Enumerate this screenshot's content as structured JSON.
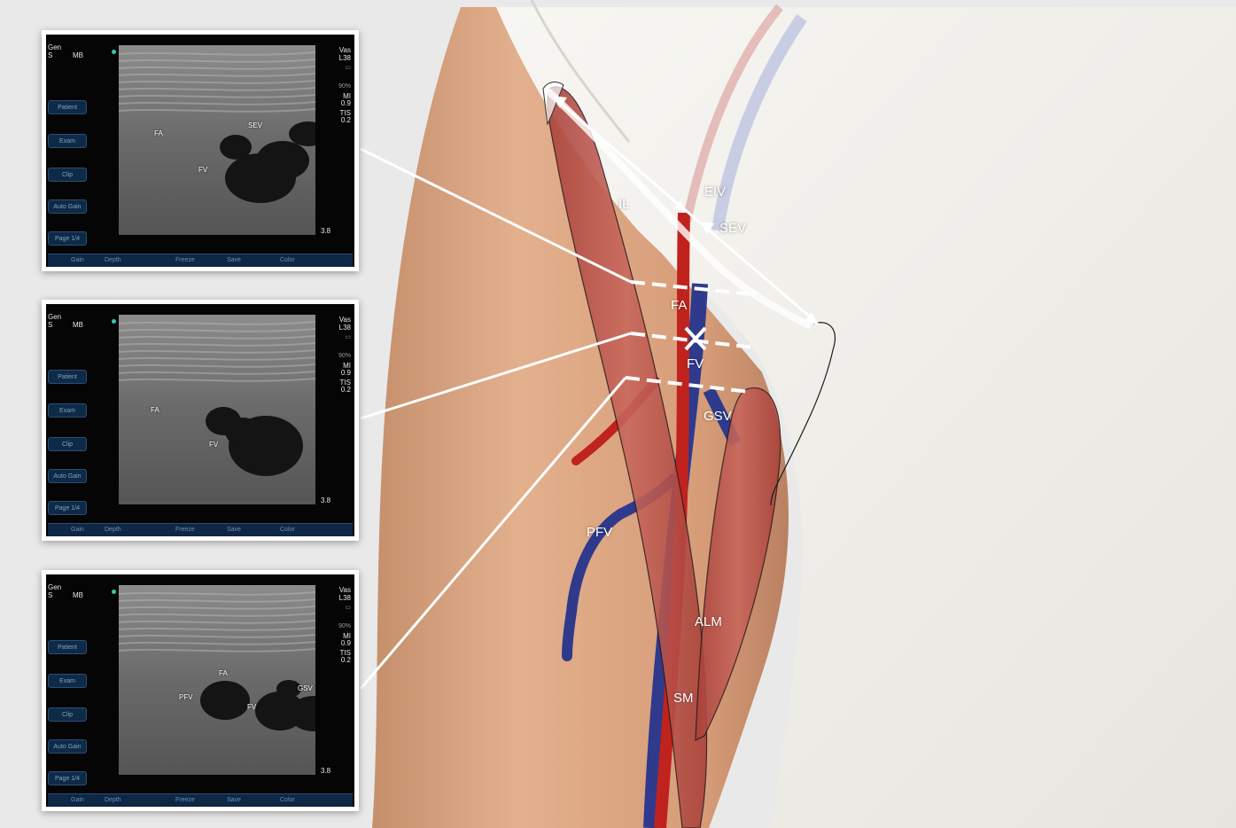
{
  "panels": [
    {
      "header": {
        "gen": "Gen",
        "s": "S",
        "mb": "MB",
        "vas": "Vas",
        "probe": "L38",
        "pct": "90%",
        "mi_label": "MI",
        "mi": "0.9",
        "tis_label": "TIS",
        "tis": "0.2"
      },
      "buttons": [
        "Patient",
        "Exam",
        "Clip",
        "Auto Gain",
        "Page 1/4"
      ],
      "bottom": [
        "Gain",
        "Depth",
        "Freeze",
        "Save",
        "Color"
      ],
      "depth": "3.8",
      "labels": {
        "fa": "FA",
        "fv": "FV",
        "sev": "SEV"
      }
    },
    {
      "header": {
        "gen": "Gen",
        "s": "S",
        "mb": "MB",
        "vas": "Vas",
        "probe": "L38",
        "pct": "90%",
        "mi_label": "MI",
        "mi": "0.9",
        "tis_label": "TIS",
        "tis": "0.2"
      },
      "buttons": [
        "Patient",
        "Exam",
        "Clip",
        "Auto Gain",
        "Page 1/4"
      ],
      "bottom": [
        "Gain",
        "Depth",
        "Freeze",
        "Save",
        "Color"
      ],
      "depth": "3.8",
      "labels": {
        "fa": "FA",
        "fv": "FV"
      }
    },
    {
      "header": {
        "gen": "Gen",
        "s": "S",
        "mb": "MB",
        "vas": "Vas",
        "probe": "L38",
        "pct": "90%",
        "mi_label": "MI",
        "mi": "0.9",
        "tis_label": "TIS",
        "tis": "0.2"
      },
      "buttons": [
        "Patient",
        "Exam",
        "Clip",
        "Auto Gain",
        "Page 1/4"
      ],
      "bottom": [
        "Gain",
        "Depth",
        "Freeze",
        "Save",
        "Color"
      ],
      "depth": "3.8",
      "labels": {
        "fa": "FA",
        "fv": "FV",
        "pfv": "PFV",
        "gsv": "GSV"
      }
    }
  ],
  "anatomy_labels": {
    "eiv": "EIV",
    "il": "IL",
    "sev": "SEV",
    "fa": "FA",
    "fv": "FV",
    "gsv": "GSV",
    "pfv": "PFV",
    "alm": "ALM",
    "sm": "SM"
  },
  "colors": {
    "artery": "#c0231d",
    "vein": "#2f3a8c",
    "muscle": "#b9534a",
    "skin": "#d9a47f",
    "drape": "#f3f2ee",
    "background": "#e9e9ea"
  }
}
